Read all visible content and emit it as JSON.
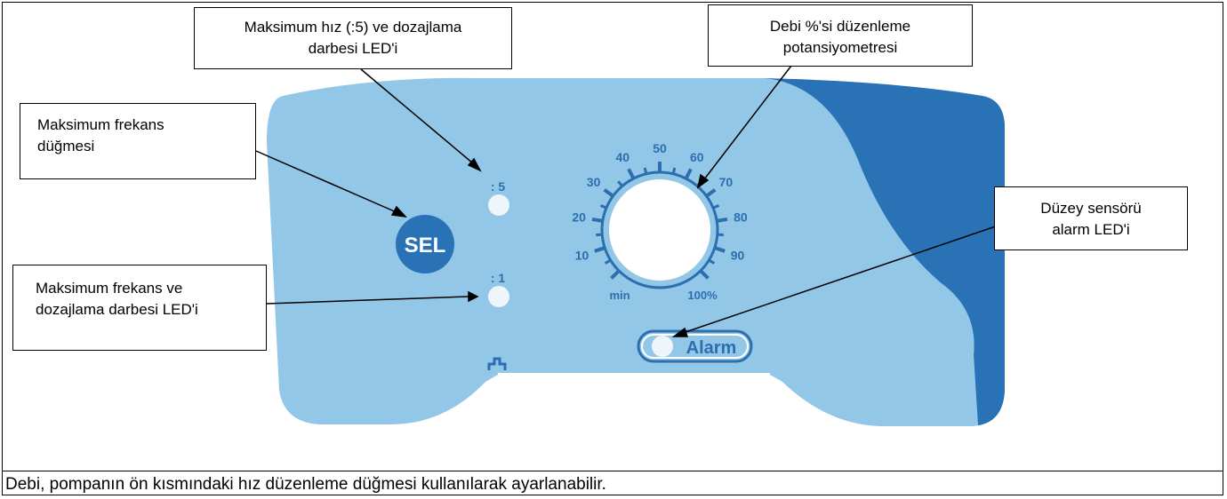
{
  "panel": {
    "sel_label": "SEL",
    "led_top_label": ": 5",
    "led_bottom_label": ": 1",
    "alarm_label": "Alarm",
    "dial": {
      "ticks": [
        "10",
        "20",
        "30",
        "40",
        "50",
        "60",
        "70",
        "80",
        "90"
      ],
      "min_label": "min",
      "max_label": "100%"
    },
    "colors": {
      "panel_light": "#93c7e8",
      "panel_dark": "#2972b5",
      "accent": "#2c6fae"
    }
  },
  "callouts": {
    "max_freq_button": [
      "Maksimum frekans",
      "düğmesi"
    ],
    "max_speed_led": [
      "Maksimum hız (:5) ve dozajlama",
      "darbesi LED'i"
    ],
    "flow_pot": [
      "Debi %'si düzenleme",
      "potansiyometresi"
    ],
    "max_freq_led": [
      "Maksimum frekans ve",
      "dozajlama darbesi LED'i"
    ],
    "level_alarm_led": [
      "Düzey sensörü",
      "alarm LED'i"
    ]
  },
  "caption": "Debi, pompanın ön kısmındaki hız düzenleme düğmesi kullanılarak ayarlanabilir."
}
